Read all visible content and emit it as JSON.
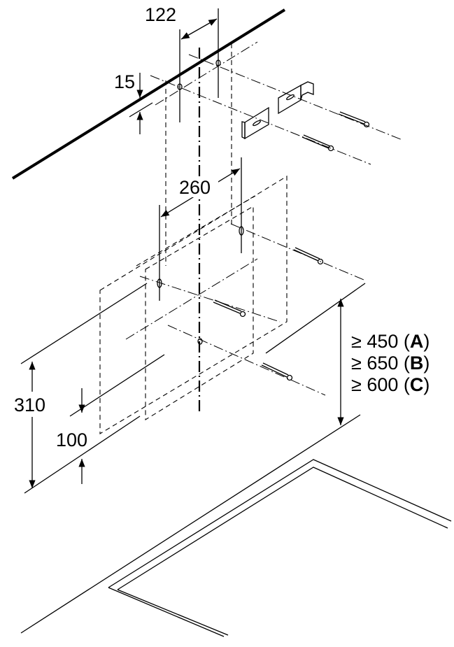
{
  "diagram": {
    "dimensions": {
      "hole_spacing_top": "122",
      "ceiling_offset": "15",
      "hole_spacing_lower": "260",
      "lower_height": "310",
      "lower_offset": "100"
    },
    "clearance": [
      {
        "prefix": "≥ 450 (",
        "letter": "A",
        "suffix": ")"
      },
      {
        "prefix": "≥ 650 (",
        "letter": "B",
        "suffix": ")"
      },
      {
        "prefix": "≥ 600 (",
        "letter": "C",
        "suffix": ")"
      }
    ]
  }
}
